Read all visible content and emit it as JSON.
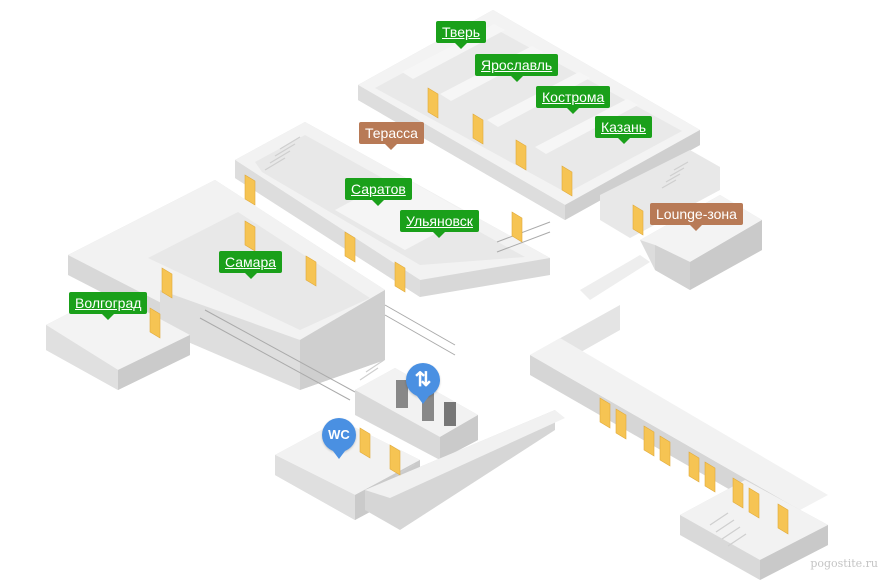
{
  "rooms": [
    {
      "id": "tver",
      "label": "Тверь",
      "type": "conference-room"
    },
    {
      "id": "yaroslavl",
      "label": "Ярославль",
      "type": "conference-room"
    },
    {
      "id": "kostroma",
      "label": "Кострома",
      "type": "conference-room"
    },
    {
      "id": "kazan",
      "label": "Казань",
      "type": "conference-room"
    },
    {
      "id": "terrace",
      "label": "Терасса",
      "type": "area"
    },
    {
      "id": "saratov",
      "label": "Саратов",
      "type": "conference-room"
    },
    {
      "id": "ulyanovsk",
      "label": "Ульяновск",
      "type": "conference-room"
    },
    {
      "id": "lounge",
      "label": "Lounge-зона",
      "type": "area"
    },
    {
      "id": "samara",
      "label": "Самара",
      "type": "conference-room"
    },
    {
      "id": "volgograd",
      "label": "Волгоград",
      "type": "conference-room"
    }
  ],
  "pins": {
    "wc": {
      "text": "WC",
      "icon": "wc-icon"
    },
    "elevator": {
      "text": "⇅",
      "icon": "elevator-icon"
    }
  },
  "colors": {
    "room_label": "#1aa01a",
    "area_label": "#b87a56",
    "pin": "#4a90e2",
    "door": "#f6c453"
  },
  "watermark": "pogostite.ru"
}
